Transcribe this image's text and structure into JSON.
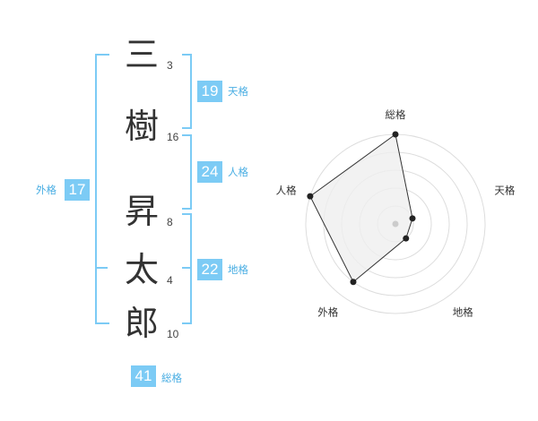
{
  "name_chars": [
    {
      "char": "三",
      "strokes": "3"
    },
    {
      "char": "樹",
      "strokes": "16"
    },
    {
      "char": "昇",
      "strokes": "8"
    },
    {
      "char": "太",
      "strokes": "4"
    },
    {
      "char": "郎",
      "strokes": "10"
    }
  ],
  "kakusu": {
    "tenkaku": {
      "value": "19",
      "label": "天格"
    },
    "jinkaku": {
      "value": "24",
      "label": "人格"
    },
    "chikaku": {
      "value": "22",
      "label": "地格"
    },
    "gaikaku": {
      "value": "17",
      "label": "外格"
    },
    "soukaku": {
      "value": "41",
      "label": "総格"
    }
  },
  "chart_data": {
    "type": "radar",
    "axes": [
      "総格",
      "天格",
      "地格",
      "外格",
      "人格"
    ],
    "values": [
      5,
      1,
      1,
      4,
      5
    ],
    "max": 5,
    "grid_rings": 5,
    "colors": {
      "fill": "#efefef",
      "line": "#333333",
      "grid": "#dddddd",
      "center": "#cccccc"
    }
  },
  "colors": {
    "accent": "#7ccbf5",
    "accent_text": "#4aaee3"
  }
}
